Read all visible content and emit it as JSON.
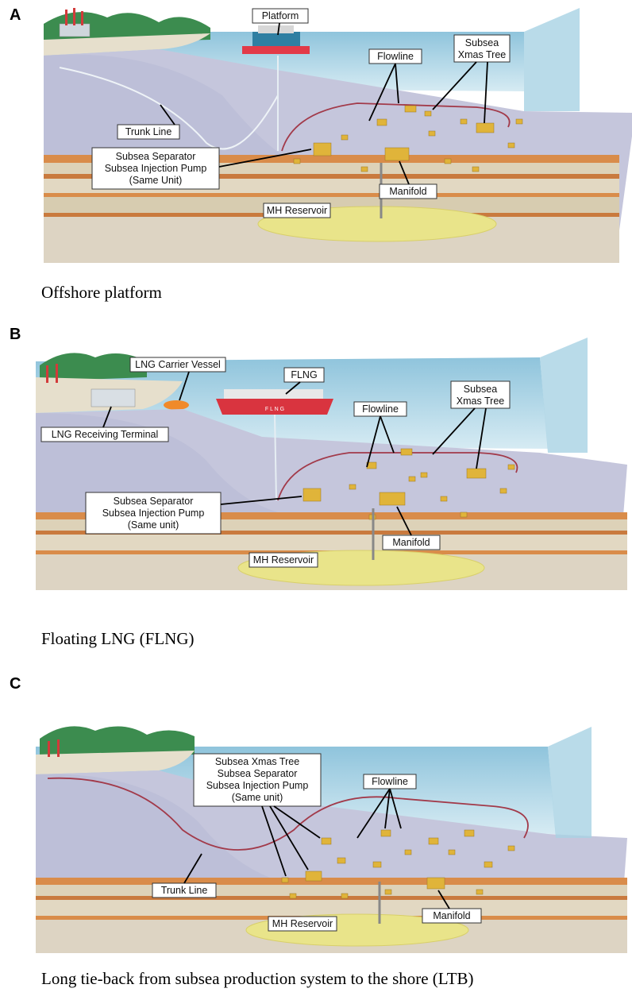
{
  "panels": [
    {
      "letter": "A",
      "caption": "Offshore platform",
      "labels": {
        "platform": "Platform",
        "flowline": "Flowline",
        "xmas1": "Subsea",
        "xmas2": "Xmas Tree",
        "trunk": "Trunk Line",
        "sep1": "Subsea Separator",
        "sep2": "Subsea Injection Pump",
        "sep3": "(Same Unit)",
        "manifold": "Manifold",
        "reservoir": "MH Reservoir"
      }
    },
    {
      "letter": "B",
      "caption": "Floating LNG (FLNG)",
      "labels": {
        "carrier": "LNG Carrier Vessel",
        "flng": "FLNG",
        "ship_text": "F L N G",
        "terminal": "LNG Receiving Terminal",
        "xmas1": "Subsea",
        "xmas2": "Xmas Tree",
        "flowline": "Flowline",
        "sep1": "Subsea Separator",
        "sep2": "Subsea Injection Pump",
        "sep3": "(Same unit)",
        "manifold": "Manifold",
        "reservoir": "MH Reservoir"
      }
    },
    {
      "letter": "C",
      "caption": "Long tie-back from subsea production system to the shore (LTB)",
      "labels": {
        "combo1": "Subsea Xmas Tree",
        "combo2": "Subsea Separator",
        "combo3": "Subsea Injection Pump",
        "combo4": "(Same unit)",
        "flowline": "Flowline",
        "trunk": "Trunk Line",
        "manifold": "Manifold",
        "reservoir": "MH Reservoir"
      }
    }
  ],
  "colors": {
    "sea": "#b9dbe8",
    "seabed": "#c5c6dc",
    "sediment_light": "#d9c7a8",
    "sediment_orange": "#d98c4a",
    "hill": "#3c8c4f",
    "reservoir": "#e9e48a",
    "equipment": "#e0b43a",
    "flowline_red": "#a23a4a",
    "platform_red": "#e23a48"
  }
}
